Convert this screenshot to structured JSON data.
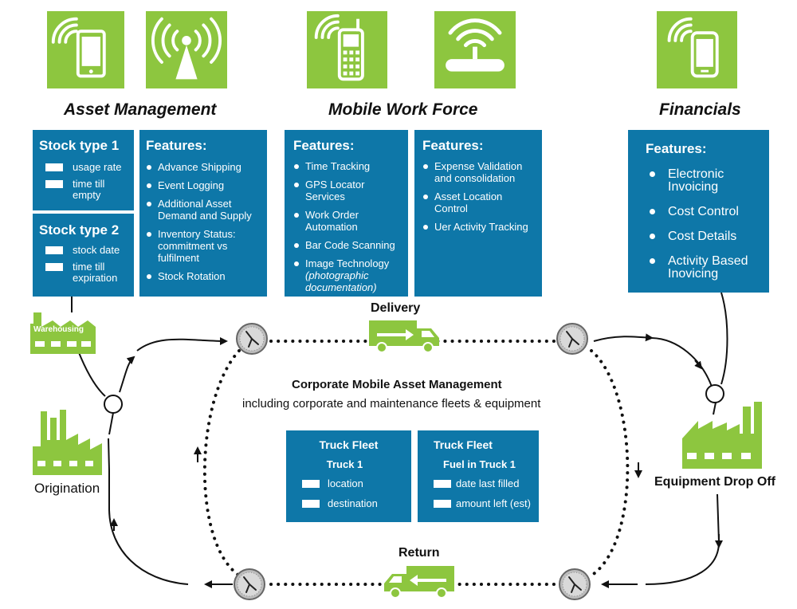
{
  "sections": {
    "asset_management": "Asset Management",
    "mobile_work_force": "Mobile Work Force",
    "financials": "Financials"
  },
  "stock_type_1": {
    "title": "Stock type 1",
    "items": [
      "usage rate",
      "time till empty"
    ]
  },
  "stock_type_2": {
    "title": "Stock type 2",
    "items": [
      "stock date",
      "time till expiration"
    ]
  },
  "asset_features": {
    "title": "Features:",
    "items": [
      "Advance Shipping",
      "Event Logging",
      "Additional Asset Demand and Supply",
      "Inventory Status: commitment vs fulfilment",
      "Stock Rotation"
    ]
  },
  "mwf_features_1": {
    "title": "Features:",
    "items": [
      "Time Tracking",
      "GPS Locator Services",
      "Work Order Automation",
      "Bar Code Scanning",
      "Image Technology"
    ],
    "image_note": "(photographic documentation)"
  },
  "mwf_features_2": {
    "title": "Features:",
    "items": [
      "Expense Validation and consolidation",
      "Asset Location Control",
      "Uer Activity Tracking"
    ]
  },
  "fin_features": {
    "title": "Features:",
    "items": [
      "Electronic Invoicing",
      "Cost Control",
      "Cost Details",
      "Activity Based Inovicing"
    ]
  },
  "center": {
    "title": "Corporate Mobile Asset Management",
    "subtitle": "including corporate and maintenance fleets & equipment"
  },
  "truck_fleet_1": {
    "title": "Truck Fleet",
    "subtitle": "Truck 1",
    "items": [
      "location",
      "destination"
    ]
  },
  "truck_fleet_2": {
    "title": "Truck Fleet",
    "subtitle": "Fuel in Truck 1",
    "items": [
      "date last filled",
      "amount left (est)"
    ]
  },
  "labels": {
    "delivery": "Delivery",
    "return": "Return",
    "warehousing": "Warehousing",
    "origination": "Origination",
    "equipment_drop_off": "Equipment Drop Off"
  },
  "colors": {
    "tile_green": "#8dc63f",
    "box_blue": "#0e77a8"
  },
  "icons": [
    "tablet-wifi-icon",
    "signal-tower-icon",
    "cell-phone-wifi-icon",
    "router-wifi-icon",
    "smartphone-wifi-icon",
    "warehouse-icon",
    "factory-icon",
    "delivery-truck-icon",
    "return-truck-icon",
    "clock-icon"
  ]
}
